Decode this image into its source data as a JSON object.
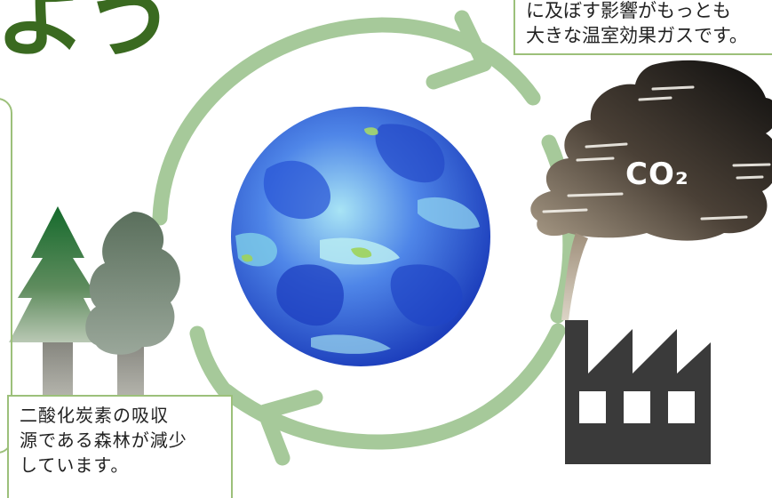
{
  "title": {
    "fragment": "よう"
  },
  "notes": {
    "greenhouse_gas": {
      "line1": "に及ぼす影響がもっとも",
      "line2": "大きな温室効果ガスです。"
    },
    "forest_loss": {
      "line1": "二酸化炭素の吸収",
      "line2": "源である森林が減少",
      "line3": "しています。"
    }
  },
  "smoke": {
    "label": "CO₂"
  },
  "icons": {
    "cycle": "cycle-arrows-icon",
    "earth": "earth-globe-icon",
    "trees": "forest-trees-icon",
    "smoke": "co2-smoke-cloud-icon",
    "factory": "factory-icon"
  },
  "colors": {
    "title_green": "#3a6a20",
    "note_border": "#9cc07a",
    "cycle_arrow": "#a6c99a",
    "globe_blue": "#1f4fd0",
    "globe_light": "#8fd3ef",
    "tree_dark_green": "#1e6a32",
    "trunk_gray": "#9a9a94",
    "smoke_dark": "#1a1a1a",
    "factory": "#3a3a3a"
  }
}
